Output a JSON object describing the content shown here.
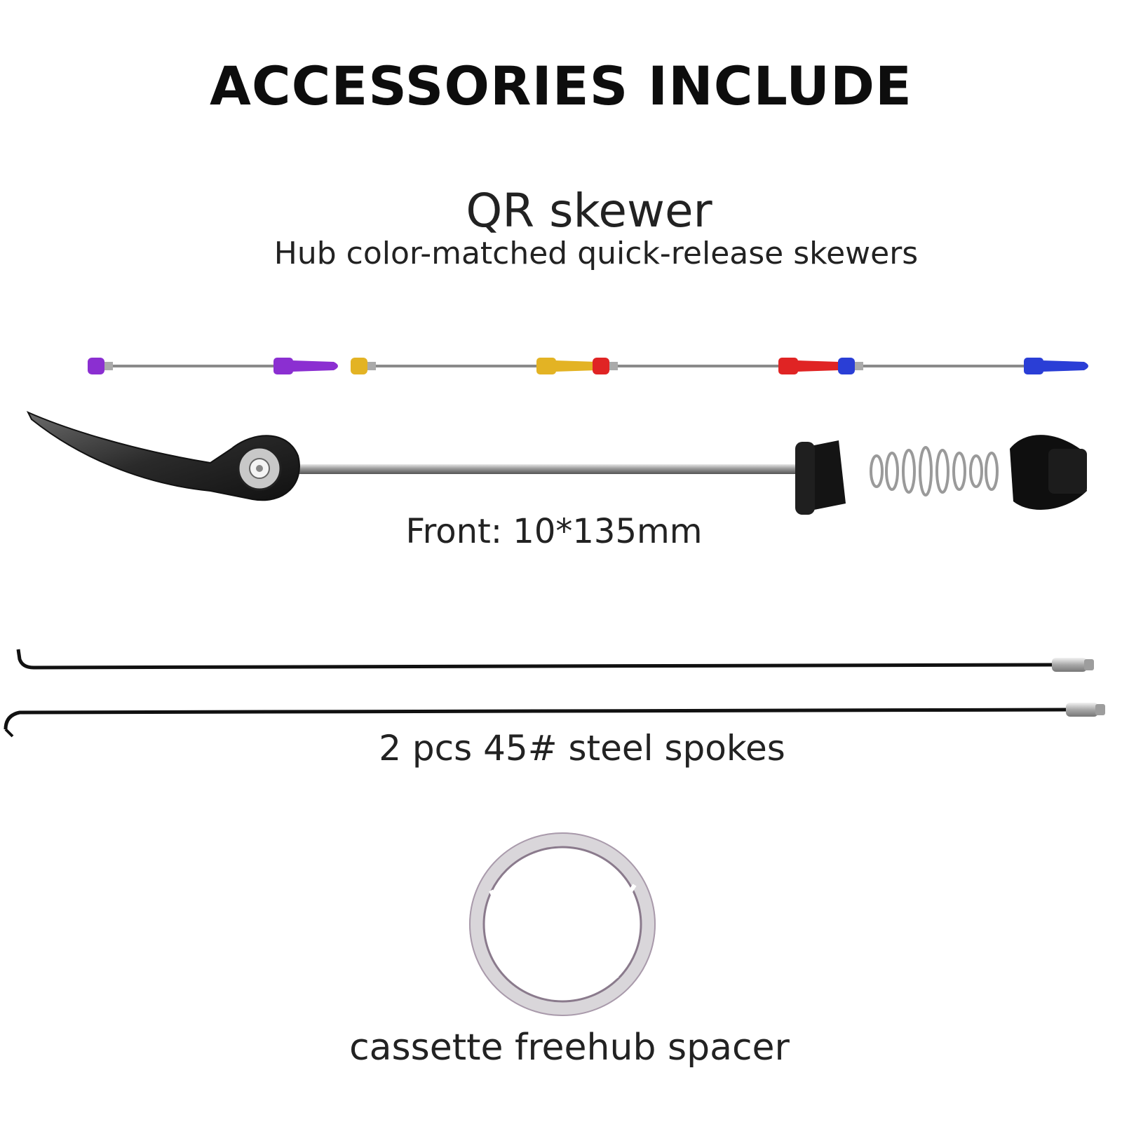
{
  "heading": "ACCESSORIES INCLUDE",
  "qr_skewer": {
    "title": "QR skewer",
    "subtitle": "Hub color-matched quick-release skewers",
    "front_spec": "Front: 10*135mm",
    "colors": [
      "#8b2fd1",
      "#e3b324",
      "#e02424",
      "#2a3ed6"
    ],
    "icons": [
      "quick-release-skewer-icon",
      "skewer-lever-icon",
      "skewer-spring-icon"
    ]
  },
  "spokes": {
    "label": "2 pcs 45# steel spokes",
    "count": 2
  },
  "spacer": {
    "label": "cassette freehub spacer",
    "icon": "freehub-spacer-ring-icon"
  }
}
